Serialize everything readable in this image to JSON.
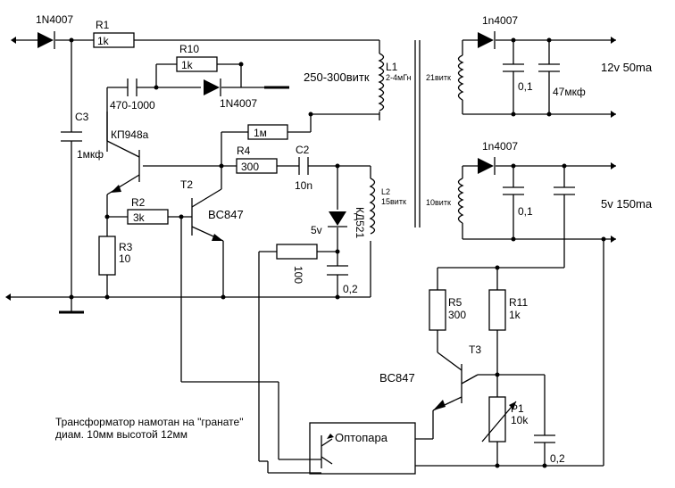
{
  "diagram": {
    "labels": {
      "d_in": "1N4007",
      "r1_name": "R1",
      "r1_val": "1k",
      "r10_name": "R10",
      "r10_val": "1k",
      "d_r10": "1N4007",
      "c_470": "470-1000",
      "c3_name": "C3",
      "c3_val": "1мкф",
      "q1_name": "КП948а",
      "r2_name": "R2",
      "r2_val": "3k",
      "r3_name": "R3",
      "r3_val": "10",
      "t2_name": "T2",
      "t2_type": "BC847",
      "r1m_val": "1м",
      "r4_name": "R4",
      "r4_val": "300",
      "c2_name": "C2",
      "c2_val": "10n",
      "zener_v": "5v",
      "zener_type": "КД521",
      "r100_val": "100",
      "c02a_val": "0,2",
      "l1_name": "L1",
      "l1_val": "2-4мГн",
      "l1_turns": "250-300витк",
      "l2_name": "L2",
      "l2_turns": "15витк",
      "sec1_turns": "21витк",
      "sec2_turns": "10витк",
      "d_out1": "1n4007",
      "d_out2": "1n4007",
      "c01a_val": "0,1",
      "c47_val": "47мкф",
      "c01b_val": "0,1",
      "out1": "12v 50ma",
      "out2": "5v 150ma",
      "r5_name": "R5",
      "r5_val": "300",
      "r11_name": "R11",
      "r11_val": "1k",
      "t3_name": "T3",
      "t3_type": "BC847",
      "p1_name": "P1",
      "p1_val": "10k",
      "c02b_val": "0,2",
      "opto": "Оптопара",
      "note_line1": "Трансформатор намотан на \"гранате\"",
      "note_line2": "диам. 10мм высотой 12мм"
    }
  }
}
